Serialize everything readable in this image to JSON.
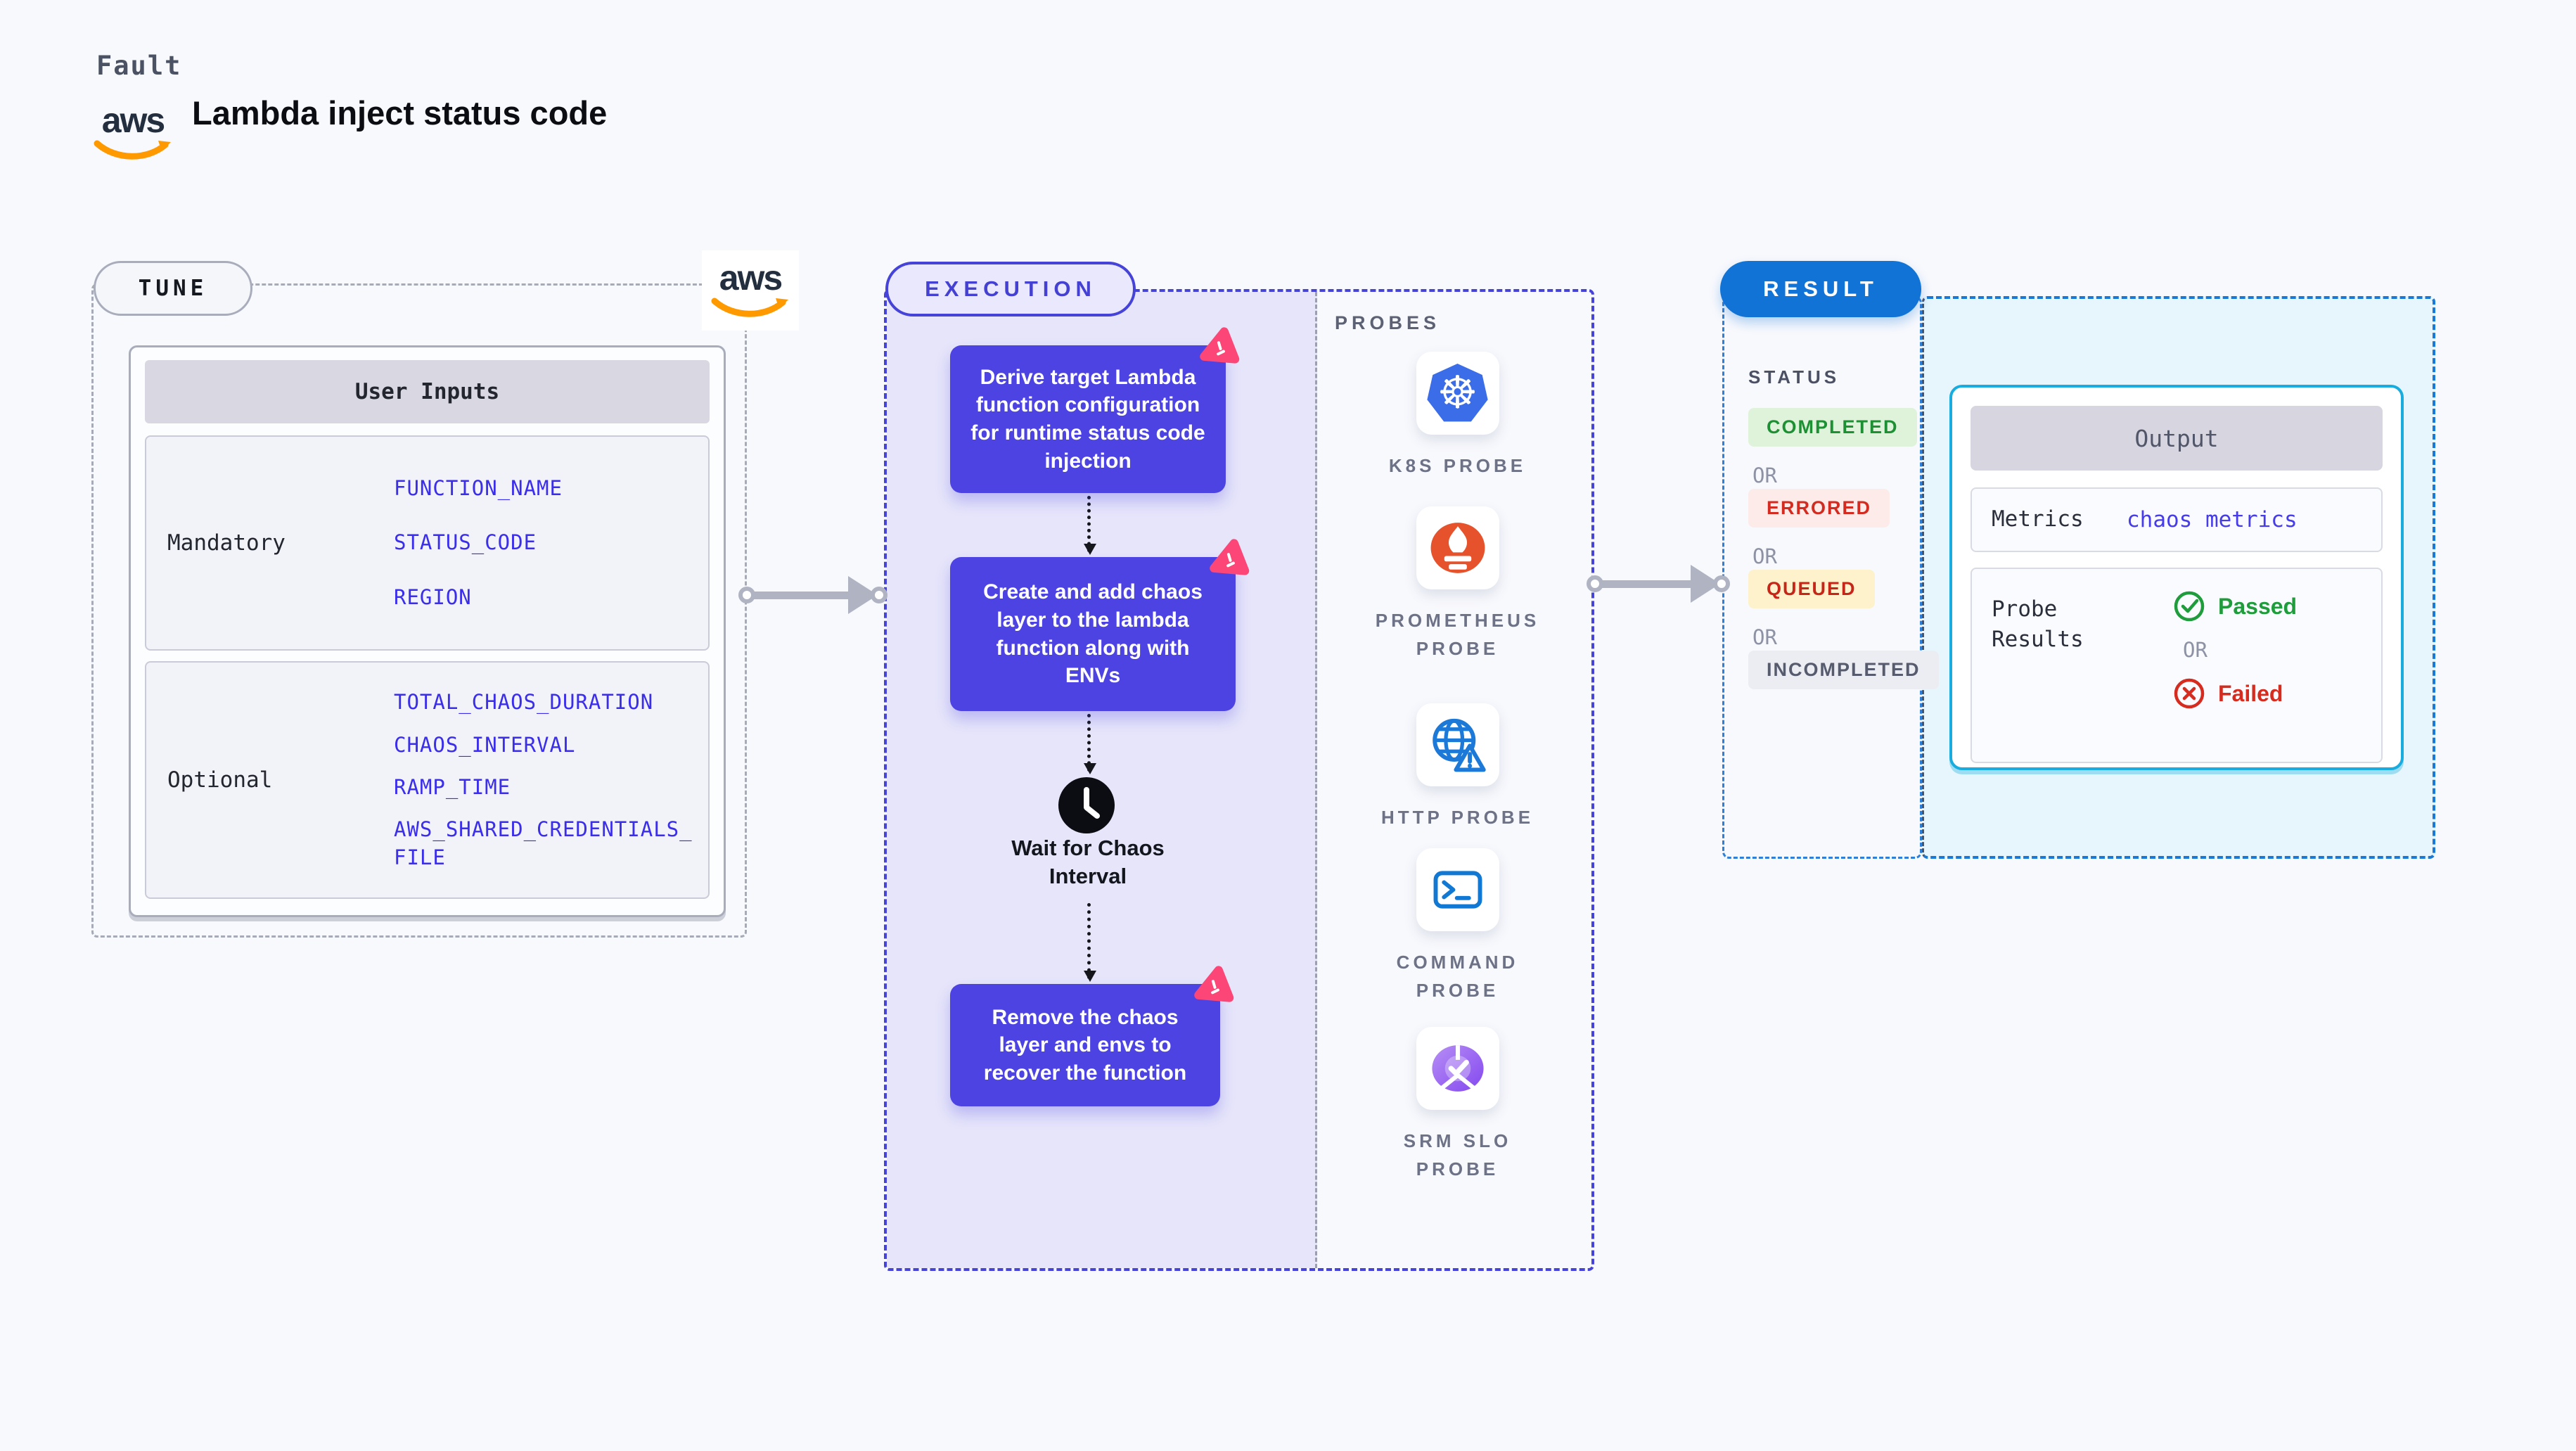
{
  "header": {
    "kicker": "Fault",
    "title": "Lambda inject status code",
    "aws_text": "aws"
  },
  "tune": {
    "badge": "TUNE",
    "table_title": "User Inputs",
    "rows": [
      {
        "label": "Mandatory",
        "values": [
          "FUNCTION_NAME",
          "STATUS_CODE",
          "REGION"
        ]
      },
      {
        "label": "Optional",
        "values": [
          "TOTAL_CHAOS_DURATION",
          "CHAOS_INTERVAL",
          "RAMP_TIME",
          "AWS_SHARED_CREDENTIALS_FILE"
        ]
      }
    ]
  },
  "execution": {
    "badge": "EXECUTION",
    "steps": [
      "Derive target Lambda function configuration for runtime status code injection",
      "Create and add chaos layer to the lambda function along with ENVs",
      "Remove the chaos layer and envs to recover the function"
    ],
    "wait_label": "Wait for Chaos Interval",
    "probes": {
      "heading": "PROBES",
      "items": [
        {
          "label": "K8S PROBE",
          "icon": "kubernetes-icon"
        },
        {
          "label": "PROMETHEUS PROBE",
          "icon": "prometheus-icon"
        },
        {
          "label": "HTTP PROBE",
          "icon": "http-globe-icon"
        },
        {
          "label": "COMMAND PROBE",
          "icon": "command-terminal-icon"
        },
        {
          "label": "SRM SLO PROBE",
          "icon": "srm-slo-icon"
        }
      ]
    }
  },
  "result": {
    "badge": "RESULT",
    "status": {
      "heading": "STATUS",
      "or": "OR",
      "badges": [
        {
          "label": "COMPLETED",
          "type": "completed"
        },
        {
          "label": "ERRORED",
          "type": "errored"
        },
        {
          "label": "QUEUED",
          "type": "queued"
        },
        {
          "label": "INCOMPLETED",
          "type": "incompleted"
        }
      ]
    },
    "output": {
      "title": "Output",
      "metrics_label": "Metrics",
      "metrics_value": "chaos metrics",
      "probe_label": "Probe Results",
      "passed": "Passed",
      "or": "OR",
      "failed": "Failed"
    }
  },
  "colors": {
    "indigo": "#4c43e2",
    "lavender": "#e6e5fa",
    "result_blue": "#1273d6",
    "cyan_border": "#18acdf",
    "cyan_bg": "#e7f6fc",
    "green": "#1f9c3b",
    "red": "#d62c1f",
    "queued_bg": "#fdf2cc",
    "value_blue": "#3b2eea",
    "chaos_pink": "#fb4677",
    "aws_orange": "#ff9900",
    "k8s_blue": "#3b6de8",
    "prometheus_orange": "#e6522c"
  }
}
